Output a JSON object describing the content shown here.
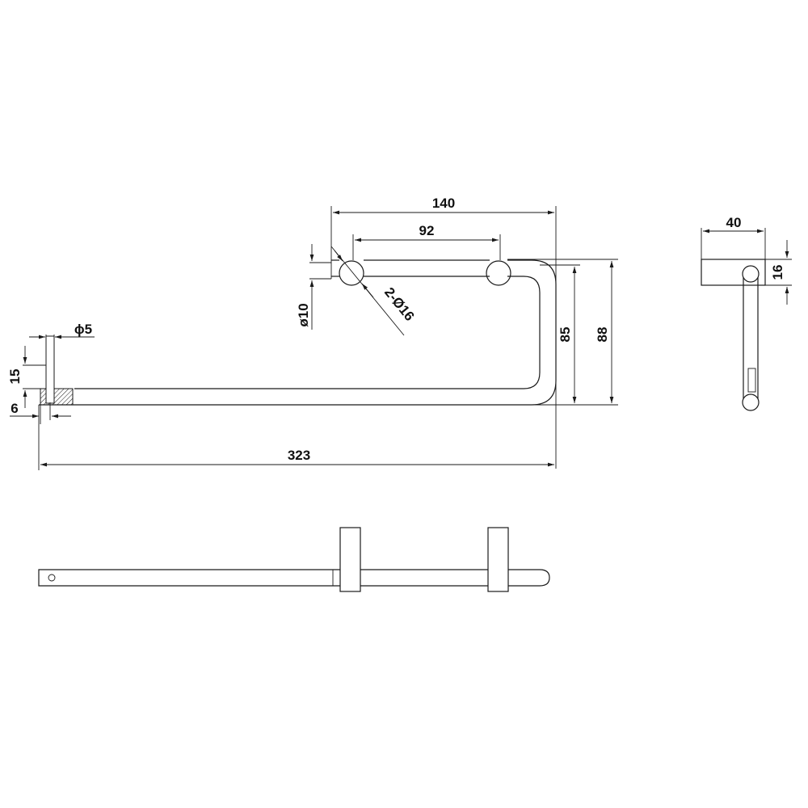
{
  "drawing": {
    "type": "technical drawing",
    "subject": "towel rail / swivel bar dimensioned drawing",
    "colors": {
      "line": "#1a1a1a",
      "background": "#ffffff"
    }
  },
  "front_view": {
    "dimensions": {
      "overall_length": "323",
      "mount_span": "140",
      "post_spacing": "92",
      "bar_diameter": "ø10",
      "post_diameter": "2-Ø16",
      "inner_height": "85",
      "outer_height": "88",
      "pin_diameter": "ϕ5",
      "pin_depth": "15",
      "pin_offset": "6"
    }
  },
  "side_view": {
    "dimensions": {
      "mount_width": "40",
      "mount_height": "16"
    }
  },
  "top_view": {
    "label": ""
  }
}
